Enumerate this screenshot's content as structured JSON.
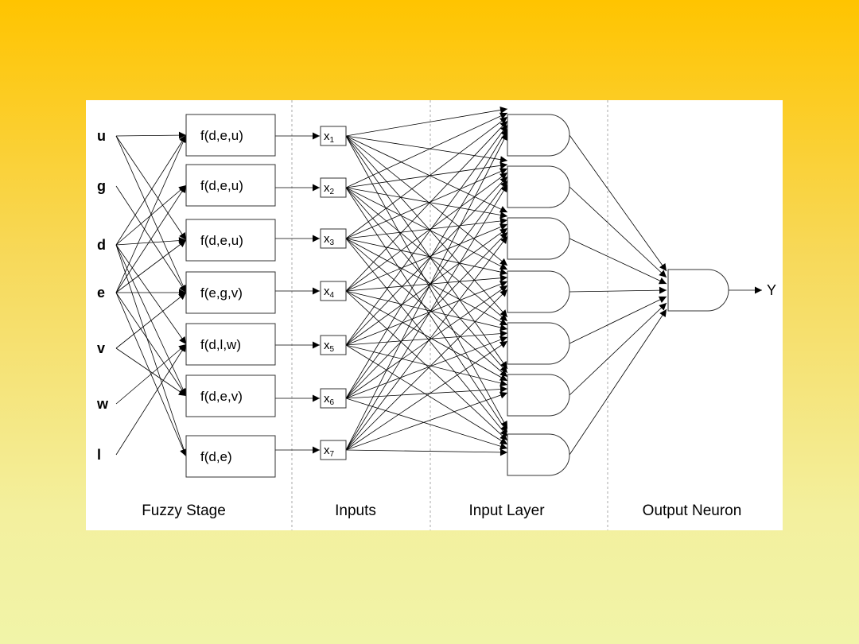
{
  "variables": [
    "u",
    "g",
    "d",
    "e",
    "v",
    "w",
    "l"
  ],
  "functions": [
    "f(d,e,u)",
    "f(d,e,u)",
    "f(d,e,u)",
    "f(e,g,v)",
    "f(d,l,w)",
    "f(d,e,v)",
    "f(d,e)"
  ],
  "inputs": [
    {
      "base": "x",
      "sub": "1"
    },
    {
      "base": "x",
      "sub": "2"
    },
    {
      "base": "x",
      "sub": "3"
    },
    {
      "base": "x",
      "sub": "4"
    },
    {
      "base": "x",
      "sub": "5"
    },
    {
      "base": "x",
      "sub": "6"
    },
    {
      "base": "x",
      "sub": "7"
    }
  ],
  "output_label": "Y",
  "stages": [
    "Fuzzy Stage",
    "Inputs",
    "Input  Layer",
    "Output Neuron"
  ]
}
